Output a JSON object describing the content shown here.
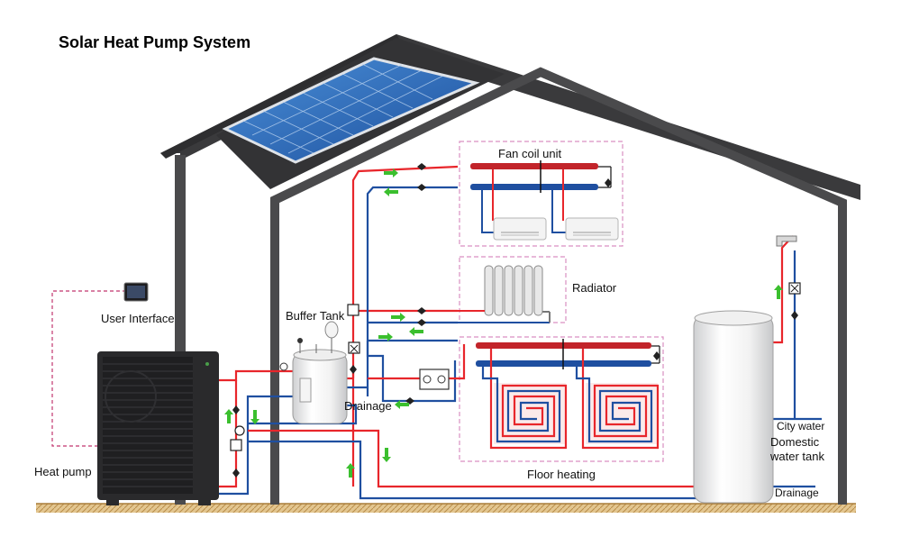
{
  "title": "Solar Heat Pump System",
  "labels": {
    "fan_coil_unit": "Fan coil unit",
    "radiator": "Radiator",
    "buffer_tank": "Buffer Tank",
    "user_interface": "User Interface",
    "drainage_buffer": "Drainage",
    "floor_heating": "Floor heating",
    "city_water": "City water",
    "domestic_water_tank": "Domestic\nwater tank",
    "drainage_dhw": "Drainage",
    "heat_pump": "Heat pump"
  },
  "colors": {
    "roof": "#3a3a3c",
    "wall": "#4a4a4c",
    "hot_pipe": "#e8262b",
    "cold_pipe": "#1f4fa0",
    "flow_arrow": "#3bbf2e",
    "dashed_box": "#d98fc2",
    "ground": "#c9a46a"
  }
}
